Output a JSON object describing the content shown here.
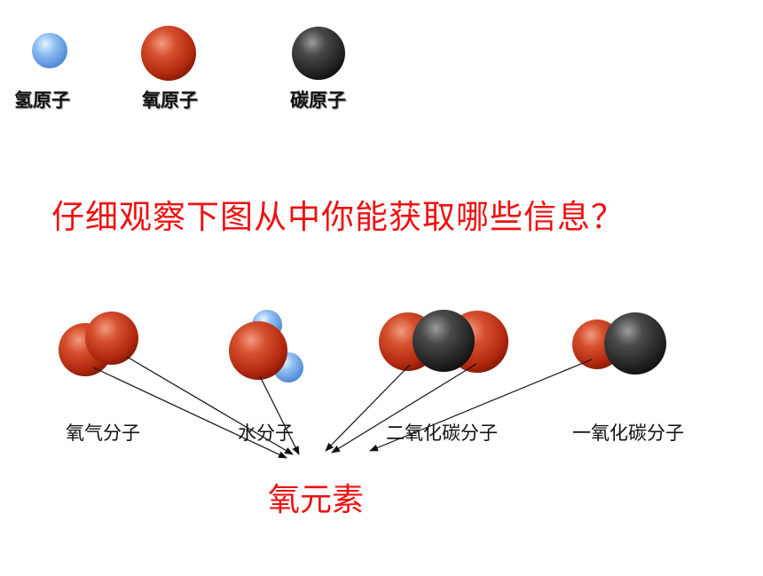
{
  "legend": {
    "hydrogen": "氢原子",
    "oxygen": "氧原子",
    "carbon": "碳原子"
  },
  "question": "仔细观察下图从中你能获取哪些信息？",
  "molecules": {
    "oxygen_molecule": "氧气分子",
    "water_molecule": "水分子",
    "carbon_dioxide_molecule": "二氧化碳分子",
    "carbon_monoxide_molecule": "一氧化碳分子"
  },
  "element": "氧元素",
  "colors": {
    "oxygen_atom": "#c0361a",
    "hydrogen_atom": "#6fa8e8",
    "carbon_atom": "#3a3a3a",
    "question_text": "#ee1111",
    "element_text": "#ee1111"
  }
}
